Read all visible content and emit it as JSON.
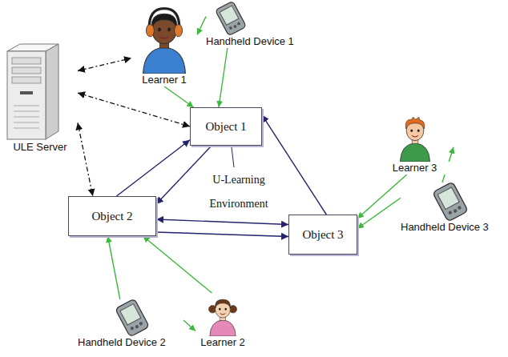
{
  "diagram": {
    "nodes": [
      {
        "text": [
          "Handheld Device 1"
        ]
      },
      {
        "text": [
          "Learner 1"
        ]
      },
      {
        "text": [
          "ULE Server"
        ]
      },
      {
        "text": [
          "Object 1"
        ]
      },
      {
        "text": [
          "Learner 3"
        ]
      },
      {
        "text": [
          "Handheld Device 3"
        ]
      },
      {
        "text": [
          "Object 2"
        ]
      },
      {
        "text": [
          "Object 3"
        ]
      },
      {
        "text": [
          "Handheld Device 2"
        ]
      },
      {
        "text": [
          "Learner 2"
        ]
      }
    ],
    "edges": [
      {
        "from": 0,
        "to": 1,
        "arrow": "to"
      },
      {
        "from": 0,
        "to": 3,
        "arrow": "to"
      },
      {
        "from": 1,
        "to": 3,
        "arrow": "to"
      },
      {
        "from": 2,
        "to": 1,
        "arrow": "both"
      },
      {
        "from": 2,
        "to": 3,
        "arrow": "both"
      },
      {
        "from": 2,
        "to": 6,
        "arrow": "both"
      },
      {
        "from": 6,
        "to": 3,
        "arrow": "to"
      },
      {
        "from": 3,
        "to": 6,
        "arrow": "to"
      },
      {
        "from": 6,
        "to": 7,
        "arrow": "both"
      },
      {
        "from": 6,
        "to": 7,
        "arrow": "to"
      },
      {
        "from": 7,
        "to": 3,
        "arrow": "to"
      },
      {
        "from": 5,
        "to": 4,
        "arrow": "to"
      },
      {
        "from": 5,
        "to": 7,
        "arrow": "to"
      },
      {
        "from": 4,
        "to": 7,
        "arrow": "to"
      },
      {
        "from": 8,
        "to": 6,
        "arrow": "to"
      },
      {
        "from": 8,
        "to": 9,
        "arrow": "to"
      },
      {
        "from": 9,
        "to": 6,
        "arrow": "to"
      }
    ],
    "labels": [
      "U-Learning Environment"
    ]
  }
}
